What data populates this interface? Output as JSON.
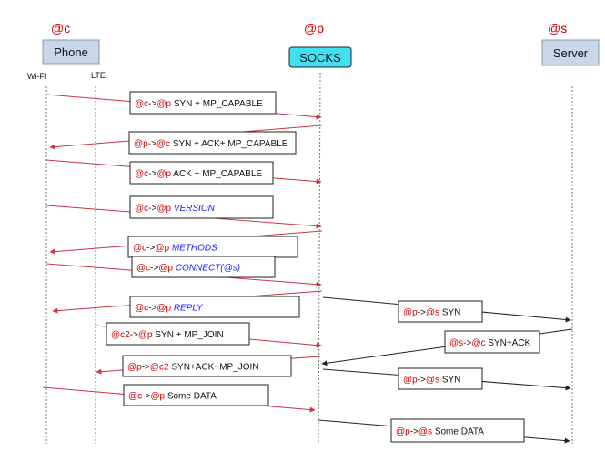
{
  "colors": {
    "arrow_red": "#cc3344",
    "arrow_dark": "#222222",
    "address_red": "#cc0000",
    "italic_blue": "#1a1aff",
    "phone_box": "#c9d7e8",
    "socks_box": "#3fe0f0",
    "server_box": "#c9d7e8"
  },
  "entities": {
    "phone": {
      "address": "@c",
      "label": "Phone"
    },
    "socks": {
      "address": "@p",
      "label": "SOCKS"
    },
    "server": {
      "address": "@s",
      "label": "Server"
    }
  },
  "interfaces": {
    "wifi": "Wi-FI",
    "lte": "LTE"
  },
  "messages": [
    {
      "from": "@c",
      "arrow": "->",
      "to": "@p",
      "text": " SYN + MP_CAPABLE",
      "style": "plain"
    },
    {
      "from": "@p",
      "arrow": "->",
      "to": "@c",
      "text": " SYN + ACK+ MP_CAPABLE",
      "style": "plain"
    },
    {
      "from": "@c",
      "arrow": "->",
      "to": "@p",
      "text": " ACK + MP_CAPABLE",
      "style": "plain"
    },
    {
      "from": "@c",
      "arrow": "->",
      "to": "@p",
      "text": " VERSION",
      "style": "italic"
    },
    {
      "from": "@c",
      "arrow": "->",
      "to": "@p",
      "text": " METHODS",
      "style": "italic"
    },
    {
      "from": "@c",
      "arrow": "->",
      "to": "@p",
      "text": " CONNECT(@s)",
      "style": "italic"
    },
    {
      "from": "@c",
      "arrow": "->",
      "to": "@p",
      "text": " REPLY",
      "style": "italic"
    },
    {
      "from": "@p",
      "arrow": "->",
      "to": "@s",
      "text": " SYN",
      "style": "plain"
    },
    {
      "from": "@c2",
      "arrow": "->",
      "to": "@p",
      "text": " SYN + MP_JOIN",
      "style": "plain"
    },
    {
      "from": "@s",
      "arrow": "->",
      "to": "@c",
      "text": " SYN+ACK",
      "style": "plain"
    },
    {
      "from": "@p",
      "arrow": "->",
      "to": "@c2",
      "text": " SYN+ACK+MP_JOIN",
      "style": "plain"
    },
    {
      "from": "@p",
      "arrow": "->",
      "to": "@s",
      "text": " SYN",
      "style": "plain"
    },
    {
      "from": "@c",
      "arrow": "->",
      "to": "@p",
      "text": " Some DATA",
      "style": "plain"
    },
    {
      "from": "@p",
      "arrow": "->",
      "to": "@s",
      "text": " Some DATA",
      "style": "plain"
    }
  ]
}
